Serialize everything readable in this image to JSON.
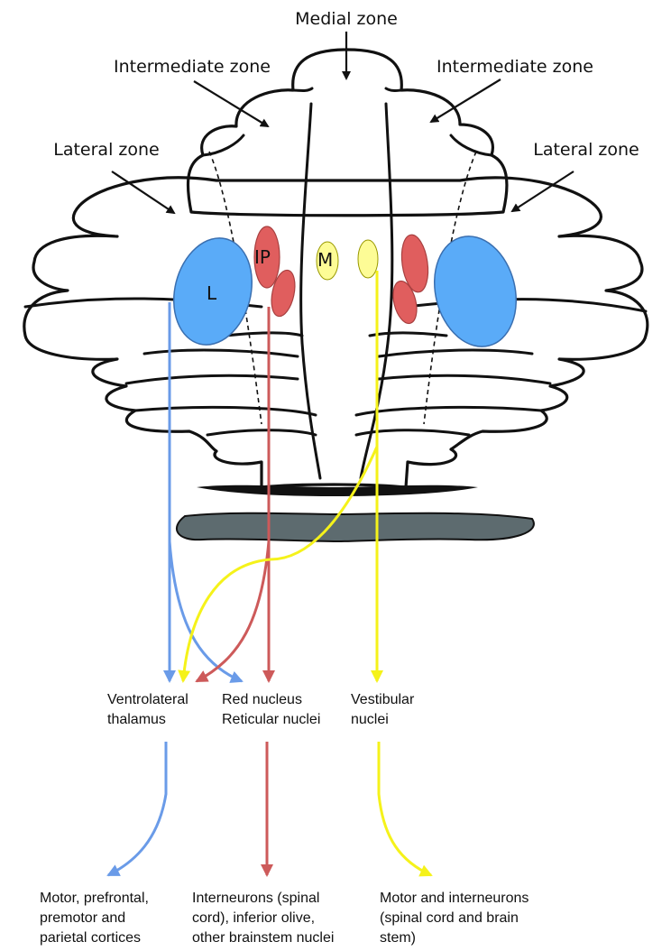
{
  "zones": {
    "medial": "Medial zone",
    "intermediate_left": "Intermediate zone",
    "intermediate_right": "Intermediate zone",
    "lateral_left": "Lateral zone",
    "lateral_right": "Lateral zone"
  },
  "nuclei": {
    "lateral": "L",
    "interposed": "IP",
    "medial": "M"
  },
  "relays": {
    "thalamus": [
      "Ventrolateral",
      "thalamus"
    ],
    "red_reticular": [
      "Red nucleus",
      "Reticular nuclei"
    ],
    "vestibular": [
      "Vestibular",
      "nuclei"
    ]
  },
  "targets": {
    "cortex": [
      "Motor, prefrontal,",
      "premotor and",
      "parietal cortices"
    ],
    "interneurons": [
      "Interneurons (spinal",
      "cord), inferior olive,",
      "other brainstem nuclei"
    ],
    "motor": [
      "Motor and interneurons",
      "(spinal cord and brain",
      "stem)"
    ]
  },
  "colors": {
    "cerebellum_body": "#ddf0fa",
    "vermis_pink": "#f9b6b6",
    "dentate_blue": "#5aabf8",
    "interposed_red": "#e05e5e",
    "fastigial_yellow": "#fdfc96",
    "pathway_blue": "#6a9be8",
    "pathway_red": "#cd5a5a",
    "pathway_yellow": "#f5f21a",
    "brainstem_gray": "#5d6b6f"
  }
}
